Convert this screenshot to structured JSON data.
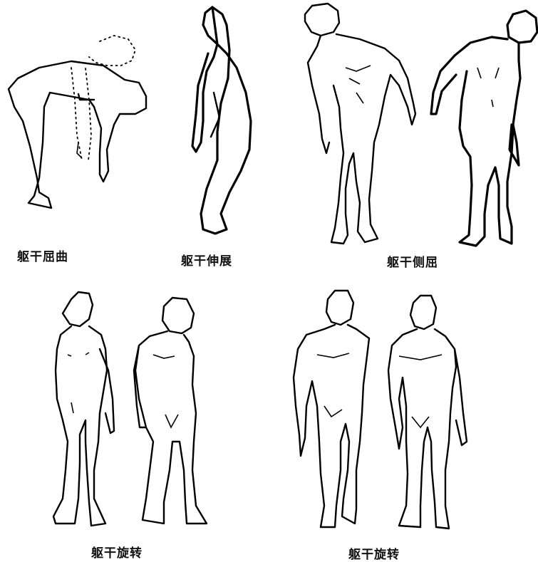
{
  "captions": {
    "flexion": "躯干屈曲",
    "extension": "躯干伸展",
    "lateral_flexion": "躯干侧屈",
    "rotation_left": "躯干旋转",
    "rotation_right": "躯干旋转"
  }
}
